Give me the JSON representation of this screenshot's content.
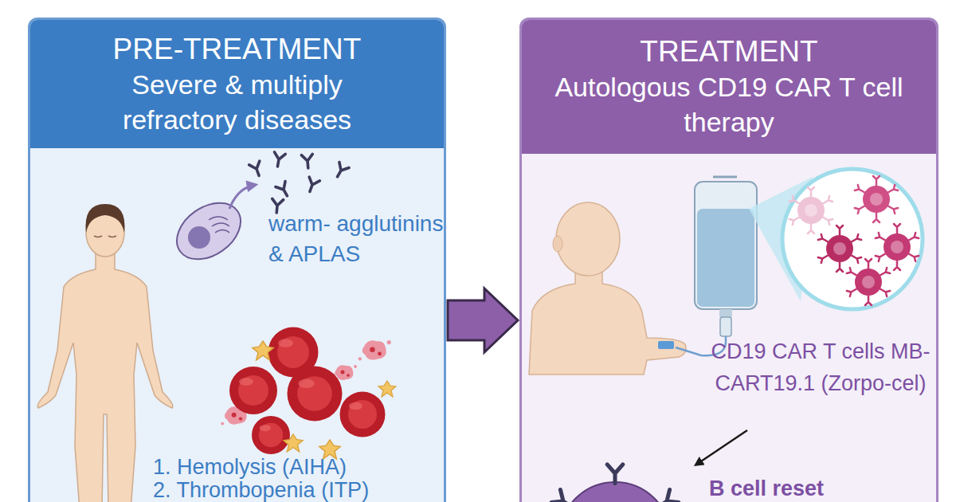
{
  "diagram": {
    "nodes": [
      {
        "text": [
          "PRE-TREATMENT",
          "Severe & multiply refractory diseases"
        ]
      },
      {
        "text": [
          "TREATMENT",
          "Autologous CD19 CAR T cell therapy"
        ]
      }
    ],
    "edges": [
      {
        "from": 0,
        "to": 1,
        "arrow": "to"
      }
    ],
    "labels": [
      "warm- agglutinins & APLAS",
      "1. Hemolysis (AIHA)",
      "2. Thrombopenia (ITP)",
      "CD19 CAR T cells MB-CART19.1 (Zorpo-cel)",
      "B cell reset"
    ]
  }
}
